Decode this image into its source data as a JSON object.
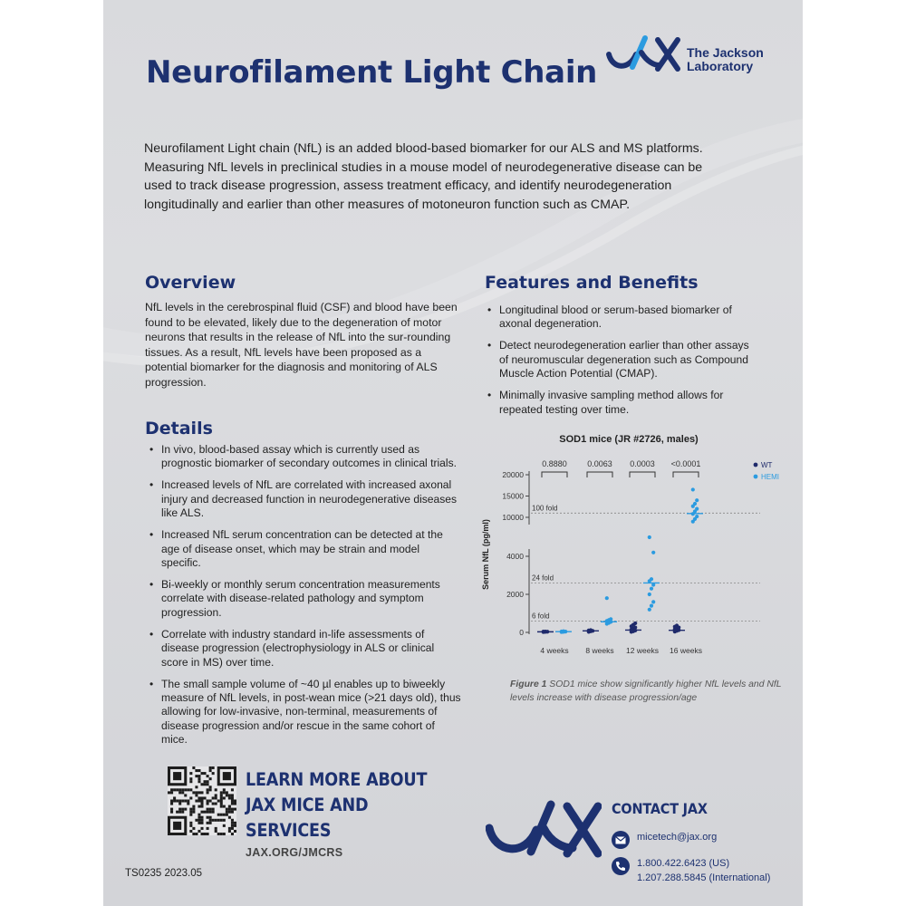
{
  "title": "Neurofilament Light Chain",
  "logo": {
    "line1": "The Jackson",
    "line2": "Laboratory"
  },
  "intro": "Neurofilament Light chain (NfL) is an added blood-based biomarker for our ALS and MS platforms. Measuring NfL levels in preclinical studies in a mouse model of neurodegenerative disease can be used to track disease progression, assess treatment efficacy, and identify neurodegeneration longitudinally and earlier than other measures of motoneuron function such as CMAP.",
  "overview": {
    "heading": "Overview",
    "text": "NfL levels in the cerebrospinal fluid (CSF) and blood have been found to be elevated, likely due to the degeneration of motor neurons that results in the release of NfL into the sur-rounding tissues. As a result, NfL levels have been proposed as a potential biomarker for the diagnosis and monitoring of ALS progression."
  },
  "features": {
    "heading": "Features and Benefits",
    "items": [
      "Longitudinal blood or serum-based biomarker of axonal degeneration.",
      "Detect neurodegeneration earlier than other assays of neuromuscular degeneration such as Compound Muscle Action Potential (CMAP).",
      "Minimally invasive sampling method allows for repeated testing over time."
    ]
  },
  "details": {
    "heading": "Details",
    "items": [
      "In vivo, blood-based assay which is currently used as prognostic biomarker of secondary outcomes in clinical trials.",
      "Increased levels of NfL are correlated with increased axonal injury and decreased function in neurodegenerative diseases like ALS.",
      "Increased NfL serum concentration can be detected at the age of disease onset, which may be strain and model specific.",
      "Bi-weekly or monthly serum concentration measurements correlate with disease-related pathology and symptom progression.",
      "Correlate with industry standard in-life assessments of disease progression (electrophysiology in ALS or clinical score in MS) over time.",
      "The small sample volume of ~40 µl enables up to biweekly measure of NfL levels, in post-wean mice (>21 days old), thus allowing for low-invasive, non-terminal, measurements of disease progression and/or rescue in the same cohort of mice."
    ]
  },
  "chart_data": {
    "type": "scatter",
    "title": "SOD1 mice (JR #2726, males)",
    "ylabel": "Serum NfL (pg/ml)",
    "categories": [
      "4 weeks",
      "8 weeks",
      "12 weeks",
      "16 weeks"
    ],
    "y_ticks_lower": [
      0,
      2000,
      4000
    ],
    "y_ticks_upper": [
      10000,
      15000,
      20000
    ],
    "y_break": true,
    "legend": [
      "WT",
      "HEMI"
    ],
    "legend_position": "top-right",
    "colors": {
      "WT": "#1f2a6b",
      "HEMI": "#2b9be0"
    },
    "pvalues": [
      "0.8880",
      "0.0063",
      "0.0003",
      "<0.0001"
    ],
    "fold_lines": [
      {
        "label": "6 fold",
        "y": 600
      },
      {
        "label": "24 fold",
        "y": 2600
      },
      {
        "label": "100 fold",
        "y": 11000
      }
    ],
    "series": [
      {
        "name": "WT",
        "points": [
          {
            "group": 0,
            "values": [
              20,
              30,
              35,
              40,
              45
            ]
          },
          {
            "group": 1,
            "values": [
              30,
              60,
              80,
              100,
              120
            ]
          },
          {
            "group": 2,
            "values": [
              30,
              60,
              100,
              150,
              200,
              260,
              320,
              400,
              480
            ]
          },
          {
            "group": 3,
            "values": [
              40,
              80,
              120,
              160,
              200,
              260,
              300,
              360
            ]
          }
        ],
        "means": [
          30,
          80,
          120,
          110
        ]
      },
      {
        "name": "HEMI",
        "points": [
          {
            "group": 0,
            "values": [
              20,
              30,
              40,
              50,
              60
            ]
          },
          {
            "group": 1,
            "values": [
              450,
              500,
              550,
              600,
              650,
              700,
              1800
            ]
          },
          {
            "group": 2,
            "values": [
              1200,
              1400,
              1600,
              2000,
              2300,
              2500,
              2700,
              2800,
              4200,
              5000
            ]
          },
          {
            "group": 3,
            "values": [
              9000,
              9600,
              10200,
              10800,
              11400,
              12000,
              12600,
              13200,
              14000,
              16500
            ]
          }
        ],
        "means": [
          40,
          560,
          2600,
          10900
        ]
      }
    ]
  },
  "figure_caption": {
    "label": "Figure 1",
    "text": " SOD1 mice show significantly higher NfL levels and NfL levels increase with disease progression/age"
  },
  "learn_more": {
    "line1": "LEARN MORE ABOUT",
    "line2": "JAX MICE AND SERVICES",
    "url": "JAX.ORG/JMCRS"
  },
  "contact": {
    "heading": "CONTACT JAX",
    "email": "micetech@jax.org",
    "phone_us": "1.800.422.6423 (US)",
    "phone_intl": "1.207.288.5845 (International)"
  },
  "doc_code": "TS0235 2023.05"
}
